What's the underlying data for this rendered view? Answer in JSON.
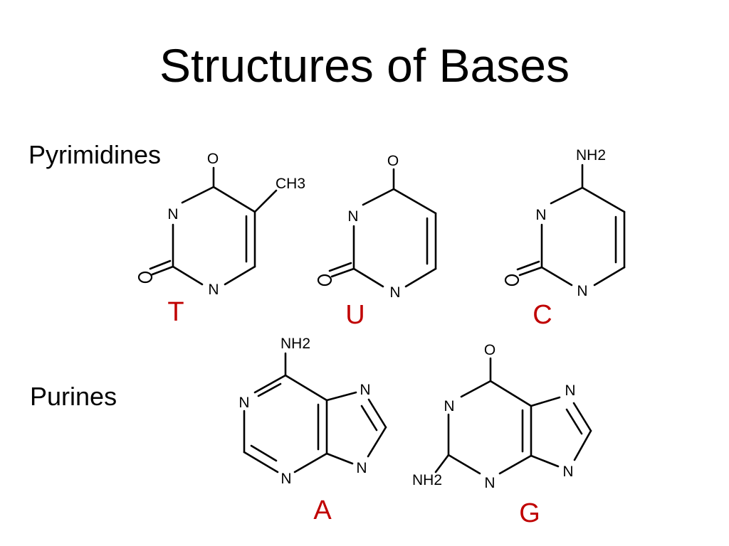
{
  "slide": {
    "title": "Structures of Bases",
    "pyrimidines_label": "Pyrimidines",
    "purines_label": "Purines"
  },
  "atoms": {
    "n": "N",
    "o": "O",
    "ch3": "CH3",
    "nh2": "NH2"
  },
  "bases": {
    "thymine": "T",
    "uracil": "U",
    "cytosine": "C",
    "adenine": "A",
    "guanine": "G"
  },
  "colors": {
    "base_letter": "#c00000",
    "text": "#000000",
    "background": "#ffffff"
  }
}
